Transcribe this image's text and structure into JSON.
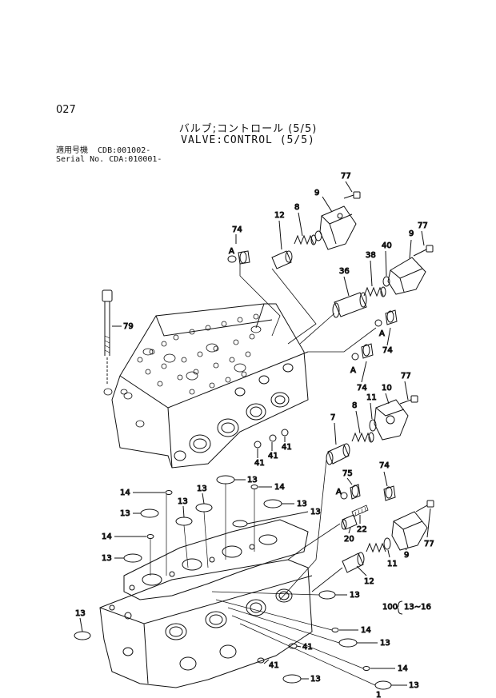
{
  "header": {
    "page_number": "027",
    "title_jp": "バルブ;コントロール (5/5)",
    "title_en": "VALVE:CONTROL (5/5)",
    "serial_line1": "適用号機  CDB:001002-",
    "serial_line2": "Serial No. CDA:010001-"
  },
  "callouts": {
    "c77a": "77",
    "c9a": "9",
    "c8a": "8",
    "c12a": "12",
    "c74a": "74",
    "cAa": "A",
    "c77b": "77",
    "c40": "40",
    "c9b": "9",
    "c38": "38",
    "c36": "36",
    "c79": "79",
    "c74b": "74",
    "cAb": "A",
    "c74c": "74",
    "cAc": "A",
    "c77c": "77",
    "c10": "10",
    "c11a": "11",
    "c8b": "8",
    "c7": "7",
    "c41a": "41",
    "c41b": "41",
    "c41c": "41",
    "c75": "75",
    "cAd": "A",
    "c74d": "74",
    "c22": "22",
    "c20": "20",
    "c77d": "77",
    "c9c": "9",
    "c11b": "11",
    "c12b": "12",
    "c14a": "14",
    "c14b": "14",
    "c14c": "14",
    "c14d": "14",
    "c14e": "14",
    "c13a": "13",
    "c13b": "13",
    "c13c": "13",
    "c13d": "13",
    "c13e": "13",
    "c13f": "13",
    "c13g": "13",
    "c13h": "13",
    "c13i": "13",
    "c13j": "13",
    "c13k": "13",
    "c13l": "13",
    "c41d": "41",
    "c41e": "41",
    "set_note": "100",
    "set_range": "13~16",
    "c1": "1"
  }
}
